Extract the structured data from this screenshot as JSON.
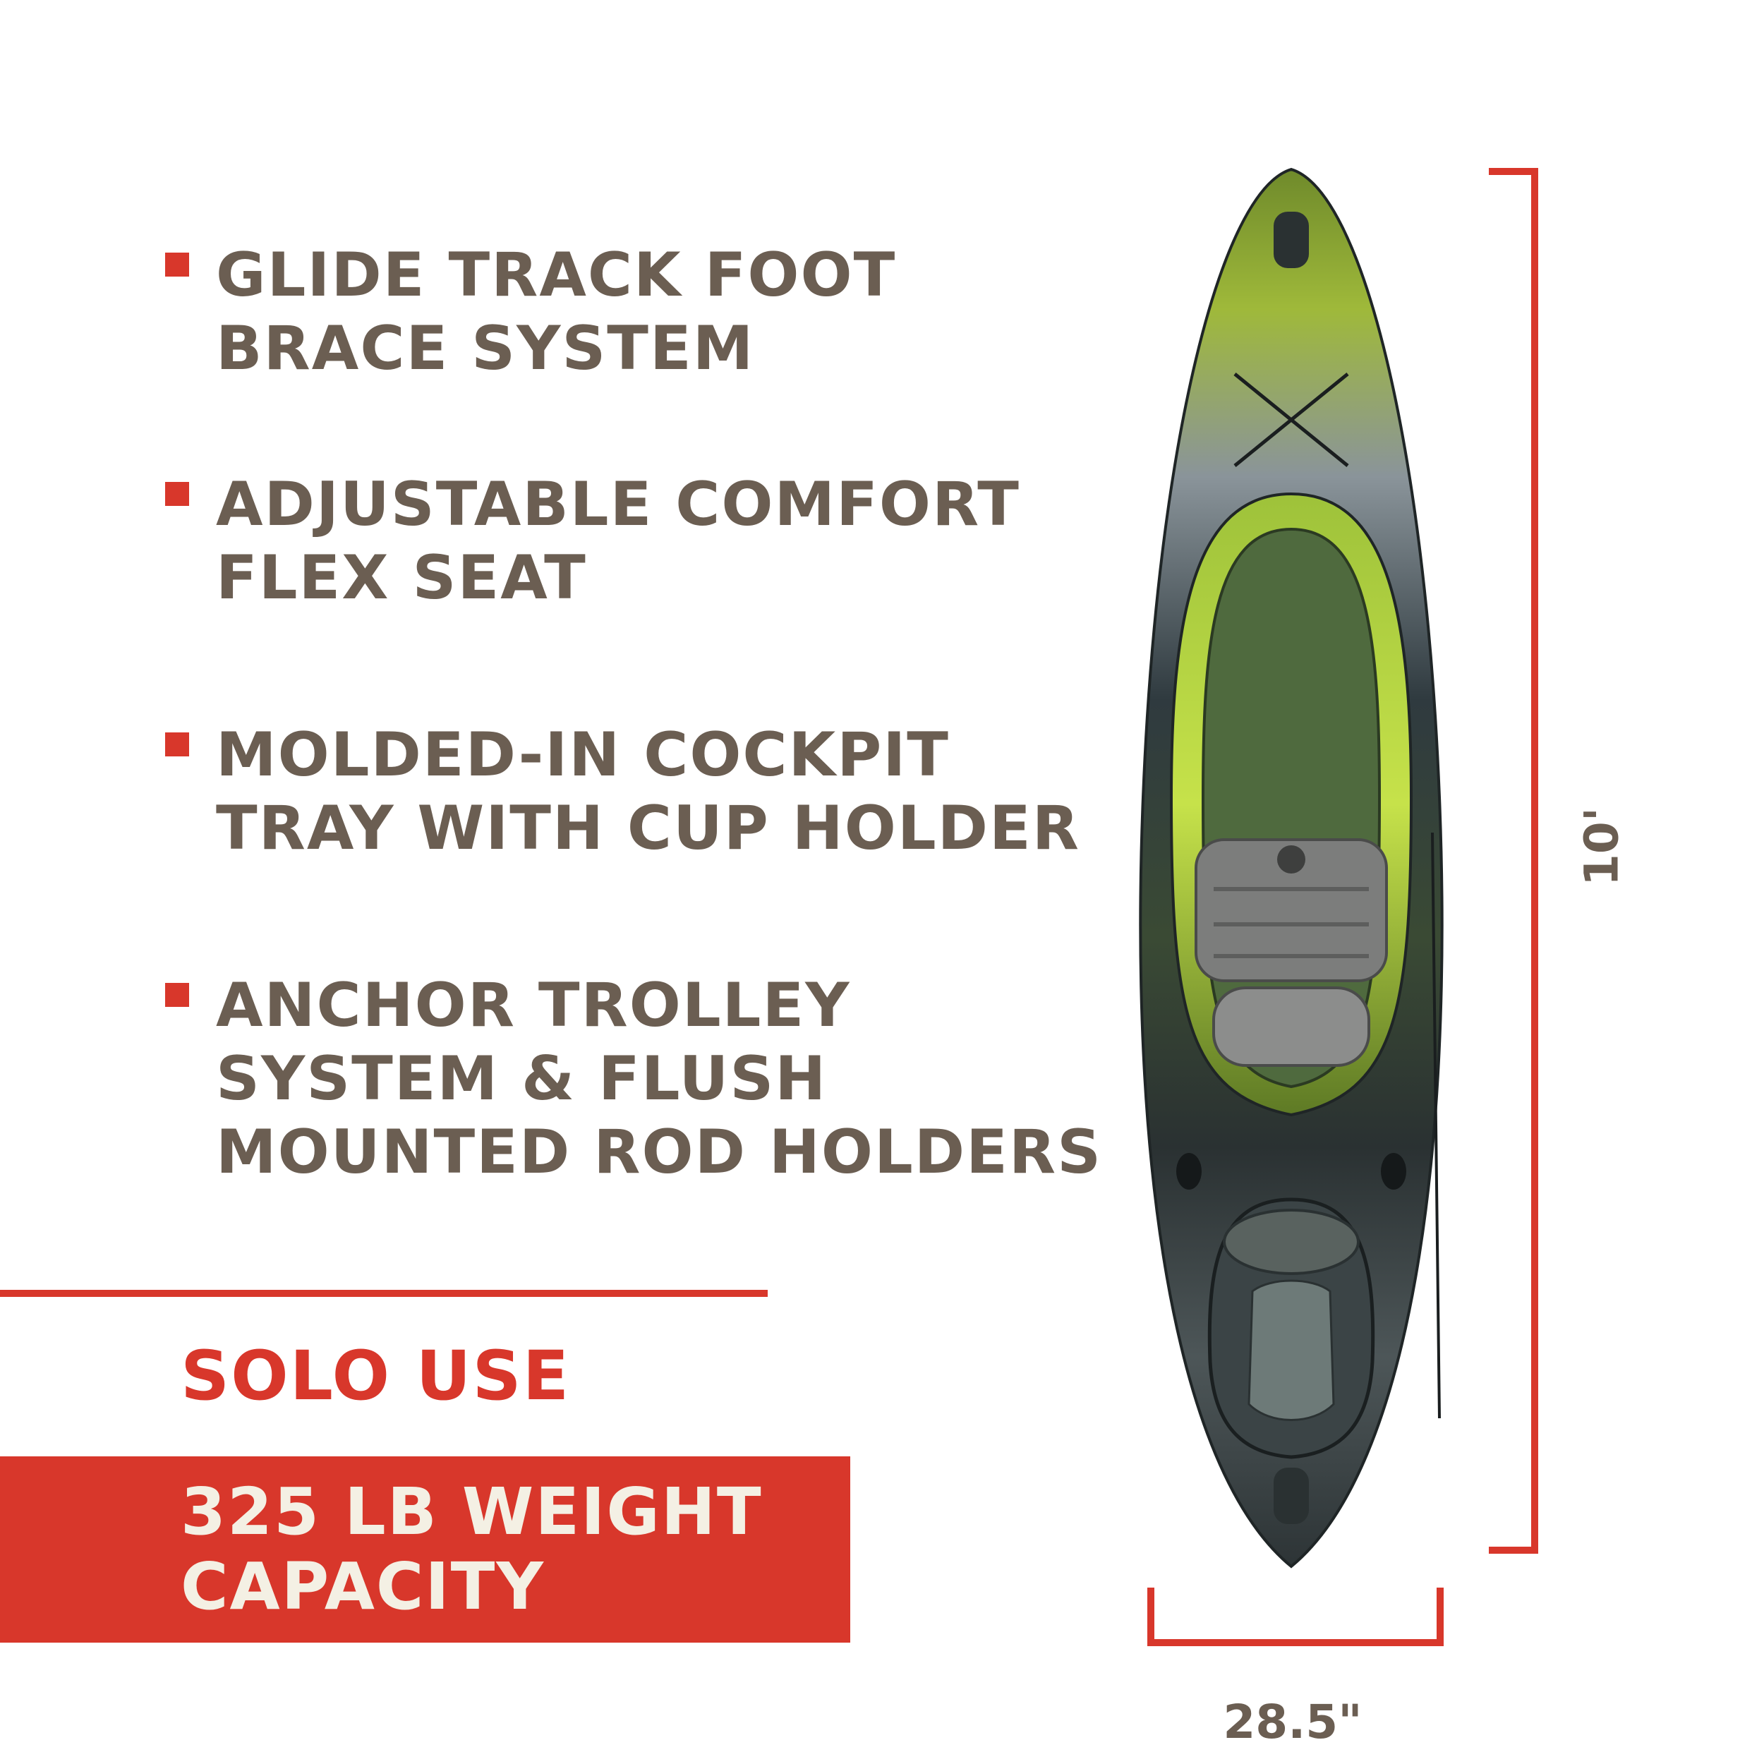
{
  "features": [
    "GLIDE TRACK FOOT\nBRACE SYSTEM",
    "ADJUSTABLE COMFORT\nFLEX SEAT",
    "MOLDED-IN COCKPIT\nTRAY WITH CUP HOLDER",
    "ANCHOR TROLLEY\nSYSTEM & FLUSH\nMOUNTED ROD HOLDERS"
  ],
  "solo_use": "SOLO USE",
  "capacity": "325 LB WEIGHT\nCAPACITY",
  "dimensions": {
    "length": "10'",
    "width": "28.5\""
  },
  "colors": {
    "accent": "#d8372b",
    "text": "#6b5e52",
    "capacity_text": "#f4f0e4"
  }
}
